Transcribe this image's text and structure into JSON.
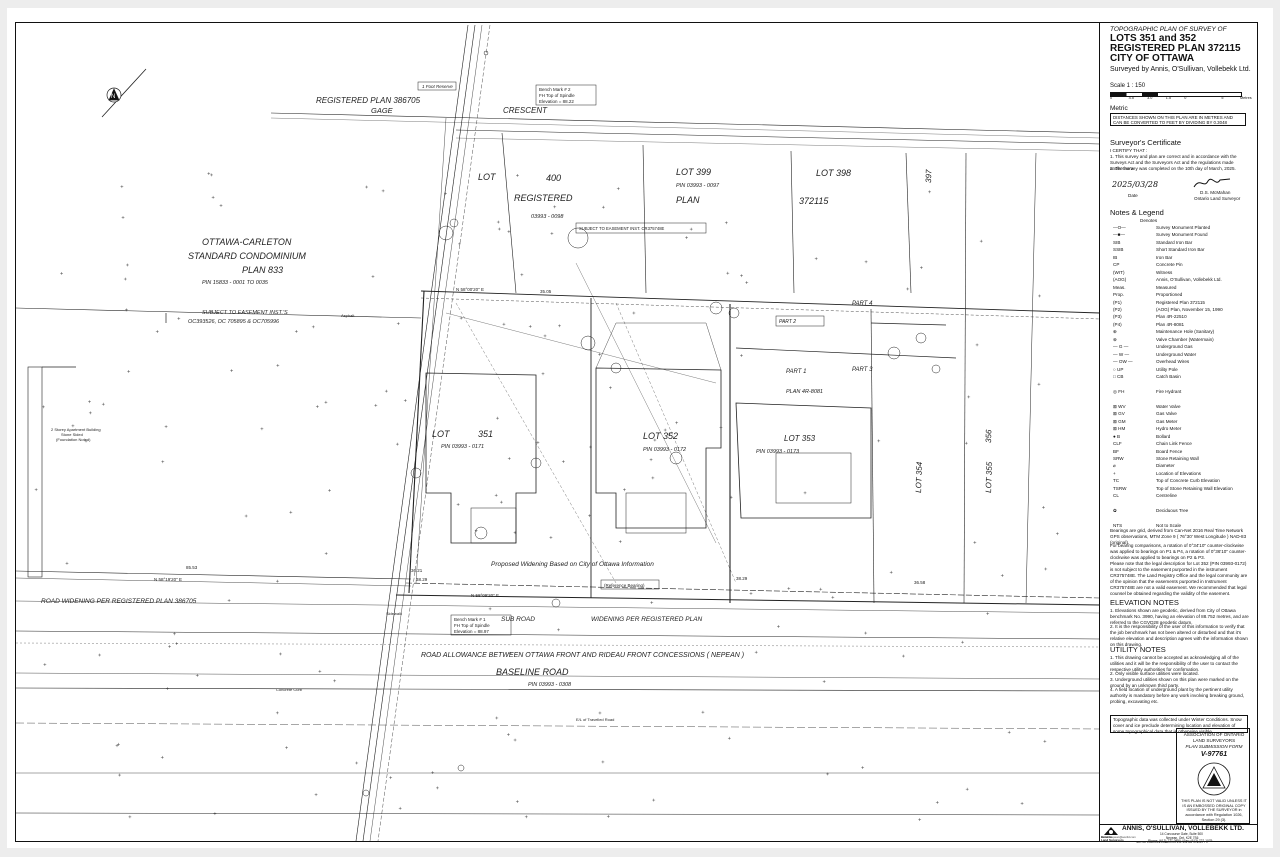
{
  "title_block": {
    "line1": "TOPOGRAPHIC PLAN OF SURVEY OF",
    "line2": "LOTS 351 and 352",
    "line3": "REGISTERED PLAN 372115",
    "line4": "CITY OF OTTAWA",
    "line5": "Surveyed by Annis, O'Sullivan, Vollebekk Ltd."
  },
  "scale": {
    "label": "Scale  1 : 150",
    "ticks": [
      "0",
      "4.5",
      "3.0",
      "1.5",
      "0",
      "",
      "5",
      "Metres"
    ]
  },
  "metric": {
    "heading": "Metric",
    "note": "DISTANCES SHOWN ON THIS PLAN ARE IN METRES AND CAN BE CONVERTED TO FEET BY DIVIDING BY 0.3048"
  },
  "certificate": {
    "heading": "Surveyor's Certificate",
    "certify": "I CERTIFY THAT :",
    "item1": "1.  This survey and plan are correct and in accordance with the Surveys Act and the Surveyors Act and the regulations made under them.",
    "item2": "2.  The survey was completed on the 10th day of March, 2025.",
    "date_signed": "2025/03/28",
    "date_label": "Date",
    "surveyor_name": "D.S. McMahan",
    "surveyor_title": "Ontario Land Surveyor"
  },
  "legend": {
    "heading": "Notes & Legend",
    "denotes": "Denotes",
    "items": [
      {
        "sym": "—O—",
        "desc": "Survey Monument Planted"
      },
      {
        "sym": "—■—",
        "desc": "Survey Monument Found"
      },
      {
        "sym": "SIB",
        "desc": "Standard Iron Bar"
      },
      {
        "sym": "SSIB",
        "desc": "Short Standard Iron Bar"
      },
      {
        "sym": "IB",
        "desc": "Iron Bar"
      },
      {
        "sym": "CP",
        "desc": "Concrete Pin"
      },
      {
        "sym": "(WIT)",
        "desc": "Witness"
      },
      {
        "sym": "(AOG)",
        "desc": "Annis, O'Sullivan, Vollebekk Ltd."
      },
      {
        "sym": "Meas.",
        "desc": "Measured"
      },
      {
        "sym": "Prop.",
        "desc": "Proportioned"
      },
      {
        "sym": "(P1)",
        "desc": "Registered Plan 372115"
      },
      {
        "sym": "(P2)",
        "desc": "(AOG) Plan, November 15, 1990"
      },
      {
        "sym": "(P3)",
        "desc": "Plan 4R-22510"
      },
      {
        "sym": "(P4)",
        "desc": "Plan 4R-8081"
      },
      {
        "sym": "⊕",
        "desc": "Maintenance Hole (Sanitary)"
      },
      {
        "sym": "⊗",
        "desc": "Valve Chamber (Watermain)"
      },
      {
        "sym": "— G —",
        "desc": "Underground Gas"
      },
      {
        "sym": "— W —",
        "desc": "Underground Water"
      },
      {
        "sym": "— OW —",
        "desc": "Overhead Wires"
      },
      {
        "sym": "○ UP",
        "desc": "Utility Pole"
      },
      {
        "sym": "□ CB",
        "desc": "Catch Basin"
      },
      {
        "sym": "",
        "desc": ""
      },
      {
        "sym": "◎ FH",
        "desc": "Fire Hydrant"
      },
      {
        "sym": "",
        "desc": ""
      },
      {
        "sym": "⊠ WV",
        "desc": "Water Valve"
      },
      {
        "sym": "⊠ GV",
        "desc": "Gas Valve"
      },
      {
        "sym": "⊠ GM",
        "desc": "Gas Meter"
      },
      {
        "sym": "⊠ HM",
        "desc": "Hydro Meter"
      },
      {
        "sym": "● B",
        "desc": "Bollard"
      },
      {
        "sym": "CLF",
        "desc": "Chain Link Fence"
      },
      {
        "sym": "BF",
        "desc": "Board Fence"
      },
      {
        "sym": "SRW",
        "desc": "Stone Retaining Wall"
      },
      {
        "sym": "⌀",
        "desc": "Diameter"
      },
      {
        "sym": "+",
        "desc": "Location of Elevations"
      },
      {
        "sym": "TC",
        "desc": "Top of Concrete Curb Elevation"
      },
      {
        "sym": "TSRW",
        "desc": "Top of Stone Retaining Wall Elevation"
      },
      {
        "sym": "CL",
        "desc": "Centreline"
      },
      {
        "sym": "",
        "desc": ""
      },
      {
        "sym": "✿",
        "desc": "Deciduous Tree"
      },
      {
        "sym": "",
        "desc": ""
      },
      {
        "sym": "NTS",
        "desc": "Not to Scale"
      }
    ]
  },
  "notes": {
    "bearings": "Bearings are grid, derived from Can-Net 2016 Real Time Network GPS observations, MTM Zone 9 ( 76°30' West Longitude ) NAD-83 (original).",
    "comparison": "For bearing comparisons, a rotation of 0°34'10\" counter-clockwise was applied to bearings on P1 & P4, a rotation of 0°36'10\" counter-clockwise was applied to bearings on P2 & P3.",
    "easement": "Please note that the legal description for Lot 352 (PIN 03993-0172) is not subject to the easement purported in the instrument CR375748E. The Land Registry Office and the legal community are of the opinion that the easements purported in Instrument CR375748E are not a valid easement. We recommended that legal counsel be obtained regarding the validity of the easement."
  },
  "elevation_notes": {
    "heading": "ELEVATION NOTES",
    "item1": "1.  Elevations shown are geodetic, derived from City of Ottawa benchmark No. 3990, having an elevation of 88.752 metres, and are referred to the CGVD28 geodetic datum.",
    "item2": "2.  It is the responsibility of the user of this information to verify that the job benchmark has not been altered or disturbed and that it's relative elevation and description agrees with the information shown on this drawing."
  },
  "utility_notes": {
    "heading": "UTILITY NOTES",
    "item1": "1.  This drawing cannot be accepted as acknowledging all of the utilities and it will be the responsibility of the user to contact the respective utility authorities for confirmation.",
    "item2": "2.  Only visible surface utilities were located.",
    "item3": "3.  Underground utilities shown on this plan were marked on the ground by an unknown third party.",
    "item4": "4.  A field location of underground plant by the pertinent utility authority is mandatory before any work involving breaking ground, probing, excavating etc.",
    "winter": "Topographic data was collected under Winter Conditions. Snow cover and ice preclude determining location and elevation of some topographical data that is otherwise visible."
  },
  "association": {
    "line1": "ASSOCIATION OF ONTARIO",
    "line2": "LAND SURVEYORS",
    "line3": "PLAN SUBMISSION FORM",
    "form_no": "V-97761",
    "stamp": "THIS PLAN IS NOT VALID UNLESS IT IS AN EMBOSSED ORIGINAL COPY ISSUED BY THE SURVEYOR in accordance with Regulation 1026, Section 29 (3)."
  },
  "firm": {
    "name": "ANNIS, O'SULLIVAN, VOLLEBEKK LTD.",
    "address1": "14 Concourse Gate, Suite 500",
    "address2": "Nepean, Ont. K2E 7S6",
    "phone": "Phone: (613) 727-0850 / Fax: (613) 727-1079",
    "email": "Email: Nepean@aovltd.com",
    "logo_word": "Ontario",
    "logo_sub": "Land Surveyors",
    "job": "Job No. 24485-25  Powers Lt4 351 352  RP 372115  T  F"
  },
  "plan_labels": {
    "reg_plan_386705": "REGISTERED PLAN 386705",
    "gage": "GAGE",
    "crescent": "CRESCENT",
    "foot_reserve": "1 Foot Reserve",
    "lot400": "LOT",
    "lot400n": "400",
    "lot399": "LOT  399",
    "lot398": "LOT  398",
    "lot397": "397",
    "registered": "REGISTERED",
    "plan": "PLAN",
    "plan_no": "372115",
    "pin_0097": "PIN  03993 - 0097",
    "pin_0098": "03993 - 0098",
    "condo1": "OTTAWA-CARLETON",
    "condo2": "STANDARD CONDOMINIUM",
    "condo3": "PLAN 833",
    "condo_pin": "PIN  15833 - 0001 TO 0035",
    "easement1": "SUBJECT TO EASEMENT INST.'S",
    "easement2": "OC393526, OC 705895 & OC705996",
    "easement_box": "SUBJECT TO EASEMENT INST. CR375748E",
    "lot351": "LOT",
    "lot351n": "351",
    "pin_0171": "PIN  03993 - 0171",
    "lot352": "LOT  352",
    "pin_0172": "PIN  03993 - 0172",
    "lot353": "LOT  353",
    "pin_0173": "PIN  03993 - 0173",
    "lot354": "LOT    354",
    "lot355": "LOT    355",
    "lot356": "356",
    "part1": "PART  1",
    "part2": "PART  2",
    "part3": "PART  3",
    "part4": "PART  4",
    "plan_4r8081": "PLAN      4R-8081",
    "road_widening": "ROAD   WIDENING   PER   REGISTERED   PLAN   386705",
    "road_widening2": "WIDENING     PER     REGISTERED     PLAN",
    "sub_road": "SUB   ROAD",
    "road_allowance": "ROAD  ALLOWANCE  BETWEEN  OTTAWA  FRONT  AND  RIDEAU  FRONT  CONCESSIONS  ( NEPEAN )",
    "baseline": "BASELINE        ROAD",
    "baseline_pin": "PIN  03993 - 0308",
    "proposed_widening": "Proposed  Widening  Based  on  City  of  Ottawa  Information",
    "reference_bearing": "(Reference Bearing)",
    "bearing_top": "N 58°00'20\" E",
    "bearing_bottom": "N 58°09'20\" E",
    "bearing_left": "N 58°19'20\" E",
    "dist_3505": "35.05",
    "dist_3829": "38.29",
    "dist_3829b": "38.29",
    "dist_3658": "36.58",
    "dist_8553": "85.53",
    "dist_3621": "36.21",
    "benchmark2": "Bench Mark # 2",
    "benchmark2b": "FH Top of Spindle",
    "benchmark2c": "Elevation = 88.22",
    "benchmark1": "Bench Mark # 1",
    "benchmark1b": "FH Top of Spindle",
    "benchmark1c": "Elevation = 88.97",
    "apt_bldg": "2 Storey Apartment Building",
    "apt_bldg2": "Stone Sided",
    "apt_bldg3": "(Foundation Noted)",
    "concrete_curb": "Concrete Curb",
    "asphalt": "Asphalt",
    "sidewalk": "Sidewalk",
    "edge_traveled": "E/L of Travelled Road",
    "north_label": "N"
  }
}
